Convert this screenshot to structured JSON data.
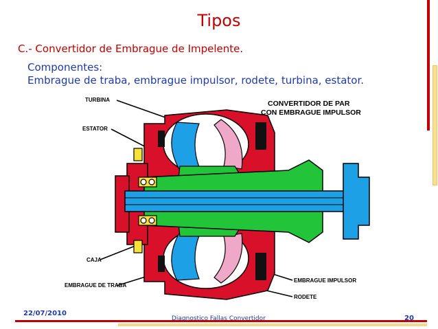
{
  "slide": {
    "title": "Tipos",
    "subtitle": "C.- Convertidor de Embrague de Impelente.",
    "components_heading": "Componentes:",
    "components_list": "Embrague de traba, embrague impulsor, rodete, turbina, estator."
  },
  "diagram": {
    "heading_line1": "CONVERTIDOR DE PAR",
    "heading_line2": "CON EMBRAGUE IMPULSOR",
    "labels": {
      "turbina": "TURBINA",
      "estator": "ESTATOR",
      "caja": "CAJA",
      "embrague_traba": "EMBRAGUE DE TRABA",
      "embrague_impulsor": "EMBRAGUE IMPULSOR",
      "rodete": "RODETE"
    }
  },
  "footer": {
    "date": "22/07/2010",
    "center": "Diagnostico Fallas Convertidor",
    "page": "20"
  },
  "colors": {
    "title": "#c00000",
    "body_text": "#1f3aa8",
    "accent_gold": "#f2d98c"
  }
}
